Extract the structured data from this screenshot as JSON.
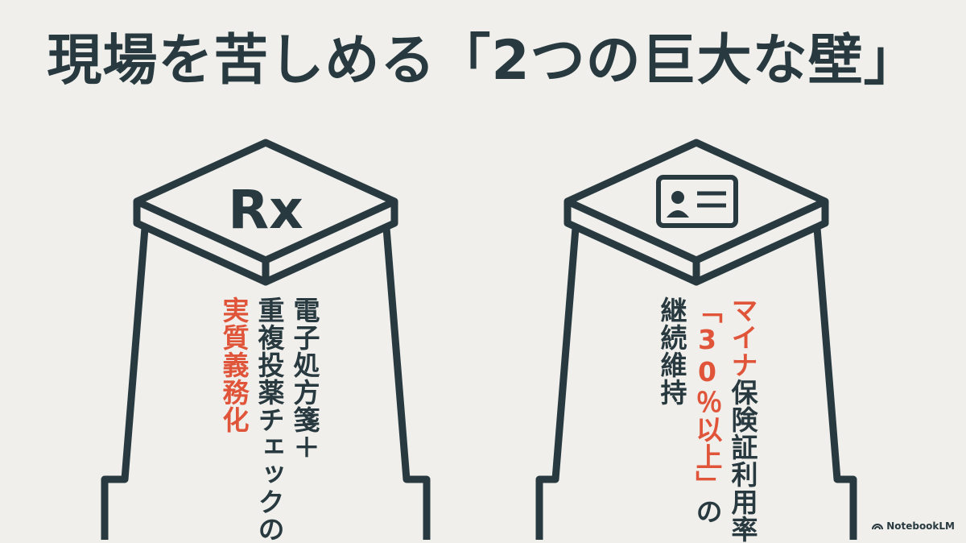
{
  "title": "現場を苦しめる「2つの巨大な壁」",
  "colors": {
    "background": "#f0efeb",
    "ink": "#283a40",
    "accent": "#e0553a"
  },
  "pillars": [
    {
      "icon": "rx-icon",
      "rx_symbol": "Rx",
      "lines": [
        {
          "text": "電子処方箋＋",
          "style": "dark"
        },
        {
          "text": "重複投薬チェックの",
          "style": "dark"
        },
        {
          "text": "実質義務化",
          "style": "accent"
        }
      ]
    },
    {
      "icon": "id-card-icon",
      "lines": [
        {
          "accent": "マイナ",
          "rest": "保険証利用率"
        },
        {
          "accent": "「30％以上」",
          "rest": "の"
        },
        {
          "text": "継続維持",
          "style": "dark"
        }
      ]
    }
  ],
  "credit": "NotebookLM"
}
